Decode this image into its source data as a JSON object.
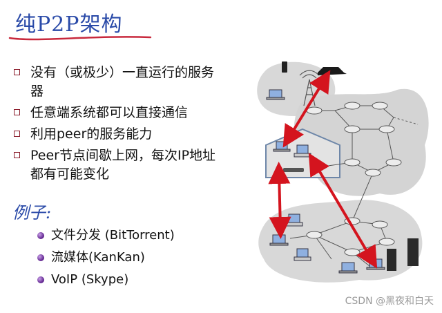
{
  "title": "纯P2P架构",
  "bullets": [
    "没有（或极少）一直运行的服务器",
    "任意端系统都可以直接通信",
    "利用peer的服务能力",
    "Peer节点间歇上网，每次IP地址都有可能变化"
  ],
  "example_label": "例子:",
  "examples": [
    "文件分发 (BitTorrent)",
    "流媒体(KanKan)",
    "VoIP (Skype)"
  ],
  "watermark": "CSDN @黑夜和白天",
  "colors": {
    "title": "#2a4aa8",
    "underline": "#c8283c",
    "arrow": "#d4141e",
    "bullet": "#8a1b2a"
  }
}
